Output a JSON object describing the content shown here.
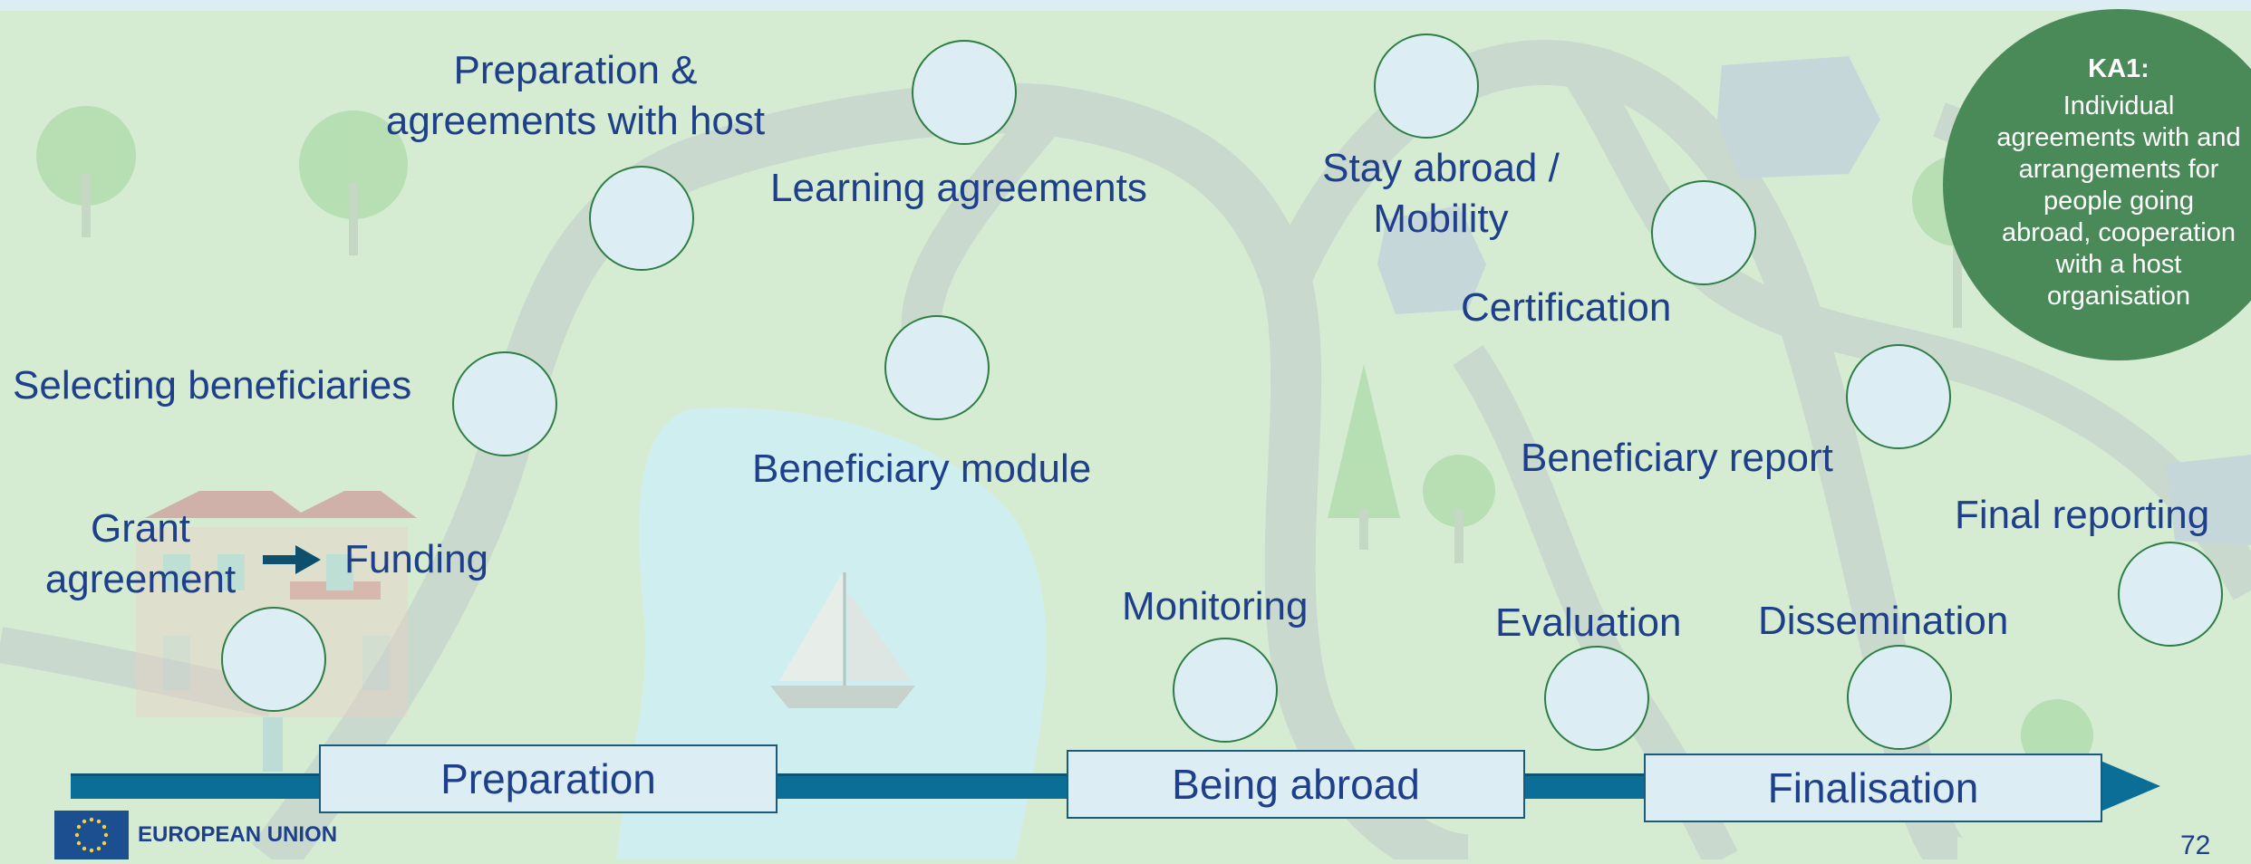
{
  "steps": {
    "selecting_beneficiaries": "Selecting beneficiaries",
    "preparation_agreements": "Preparation & agreements with host",
    "learning_agreements": "Learning agreements",
    "beneficiary_module": "Beneficiary module",
    "grant_agreement": "Grant agreement",
    "funding": "Funding",
    "stay_abroad": "Stay abroad / Mobility",
    "certification": "Certification",
    "beneficiary_report": "Beneficiary report",
    "monitoring": "Monitoring",
    "evaluation": "Evaluation",
    "dissemination": "Dissemination",
    "final_reporting": "Final reporting"
  },
  "phases": {
    "preparation": "Preparation",
    "being_abroad": "Being abroad",
    "finalisation": "Finalisation"
  },
  "ka1": {
    "title": "KA1:",
    "body": "Individual agreements with and arrangements for people going abroad, cooperation with a host organisation"
  },
  "footer": {
    "eu_label": "EUROPEAN UNION",
    "page_number": "72"
  },
  "colors": {
    "label_text": "#1e3f8a",
    "node_fill": "#dcedf4",
    "node_border": "#2e7d44",
    "timeline": "#0b6e96",
    "ka1_circle": "#4a8a58"
  }
}
